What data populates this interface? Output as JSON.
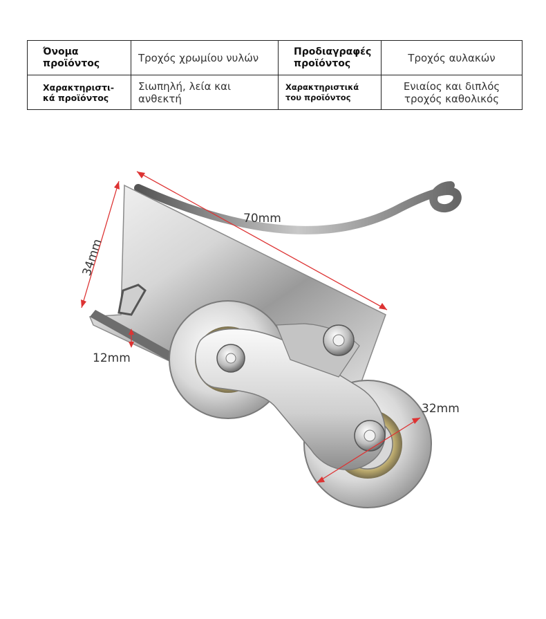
{
  "spec": {
    "row1": {
      "name_label": "Όνομα προϊόντος",
      "name_value": "Τροχός χρωμίου νυλών",
      "spec_label": "Προδιαγραφές προϊόντος",
      "spec_value": "Τροχός αυλακών"
    },
    "row2": {
      "feature_label_1": "Χαρακτηριστι-κά προϊόντος",
      "feature_value_1": "Σιωπηλή, λεία και ανθεκτή",
      "feature_label_2": "Χαρακτηριστικά του προϊόντος",
      "feature_value_2": "Ενιαίος και διπλός τροχός καθολικός"
    }
  },
  "dimensions": {
    "length": "70mm",
    "height": "34mm",
    "thickness": "12mm",
    "wheel_diameter": "32mm"
  }
}
